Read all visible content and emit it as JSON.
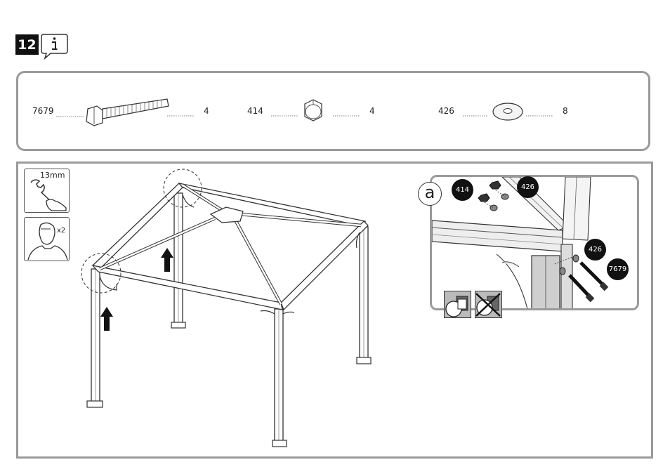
{
  "step": {
    "number": "12"
  },
  "parts": [
    {
      "id": "7679",
      "qty": "4",
      "icon": "bolt-icon"
    },
    {
      "id": "414",
      "qty": "4",
      "icon": "nut-icon"
    },
    {
      "id": "426",
      "qty": "8",
      "icon": "washer-icon"
    }
  ],
  "tools": {
    "wrench_size": "13mm",
    "persons": "x2"
  },
  "detail": {
    "label": "a",
    "callouts": [
      "414",
      "426",
      "426",
      "7679"
    ]
  },
  "colors": {
    "badge": "#111111",
    "border": "#9a9a9a"
  }
}
